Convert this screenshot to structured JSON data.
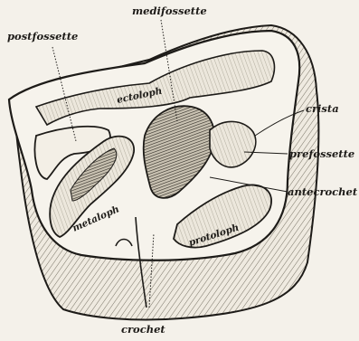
{
  "labels": {
    "postfossette": "postfossette",
    "medifossette": "medifossette",
    "crista": "crista",
    "prefossette": "prefossette",
    "antecrochet": "antecrochet",
    "ectoloph": "ectoloph",
    "metaloph": "metaloph",
    "protoloph": "protoloph",
    "crochet": "crochet"
  }
}
